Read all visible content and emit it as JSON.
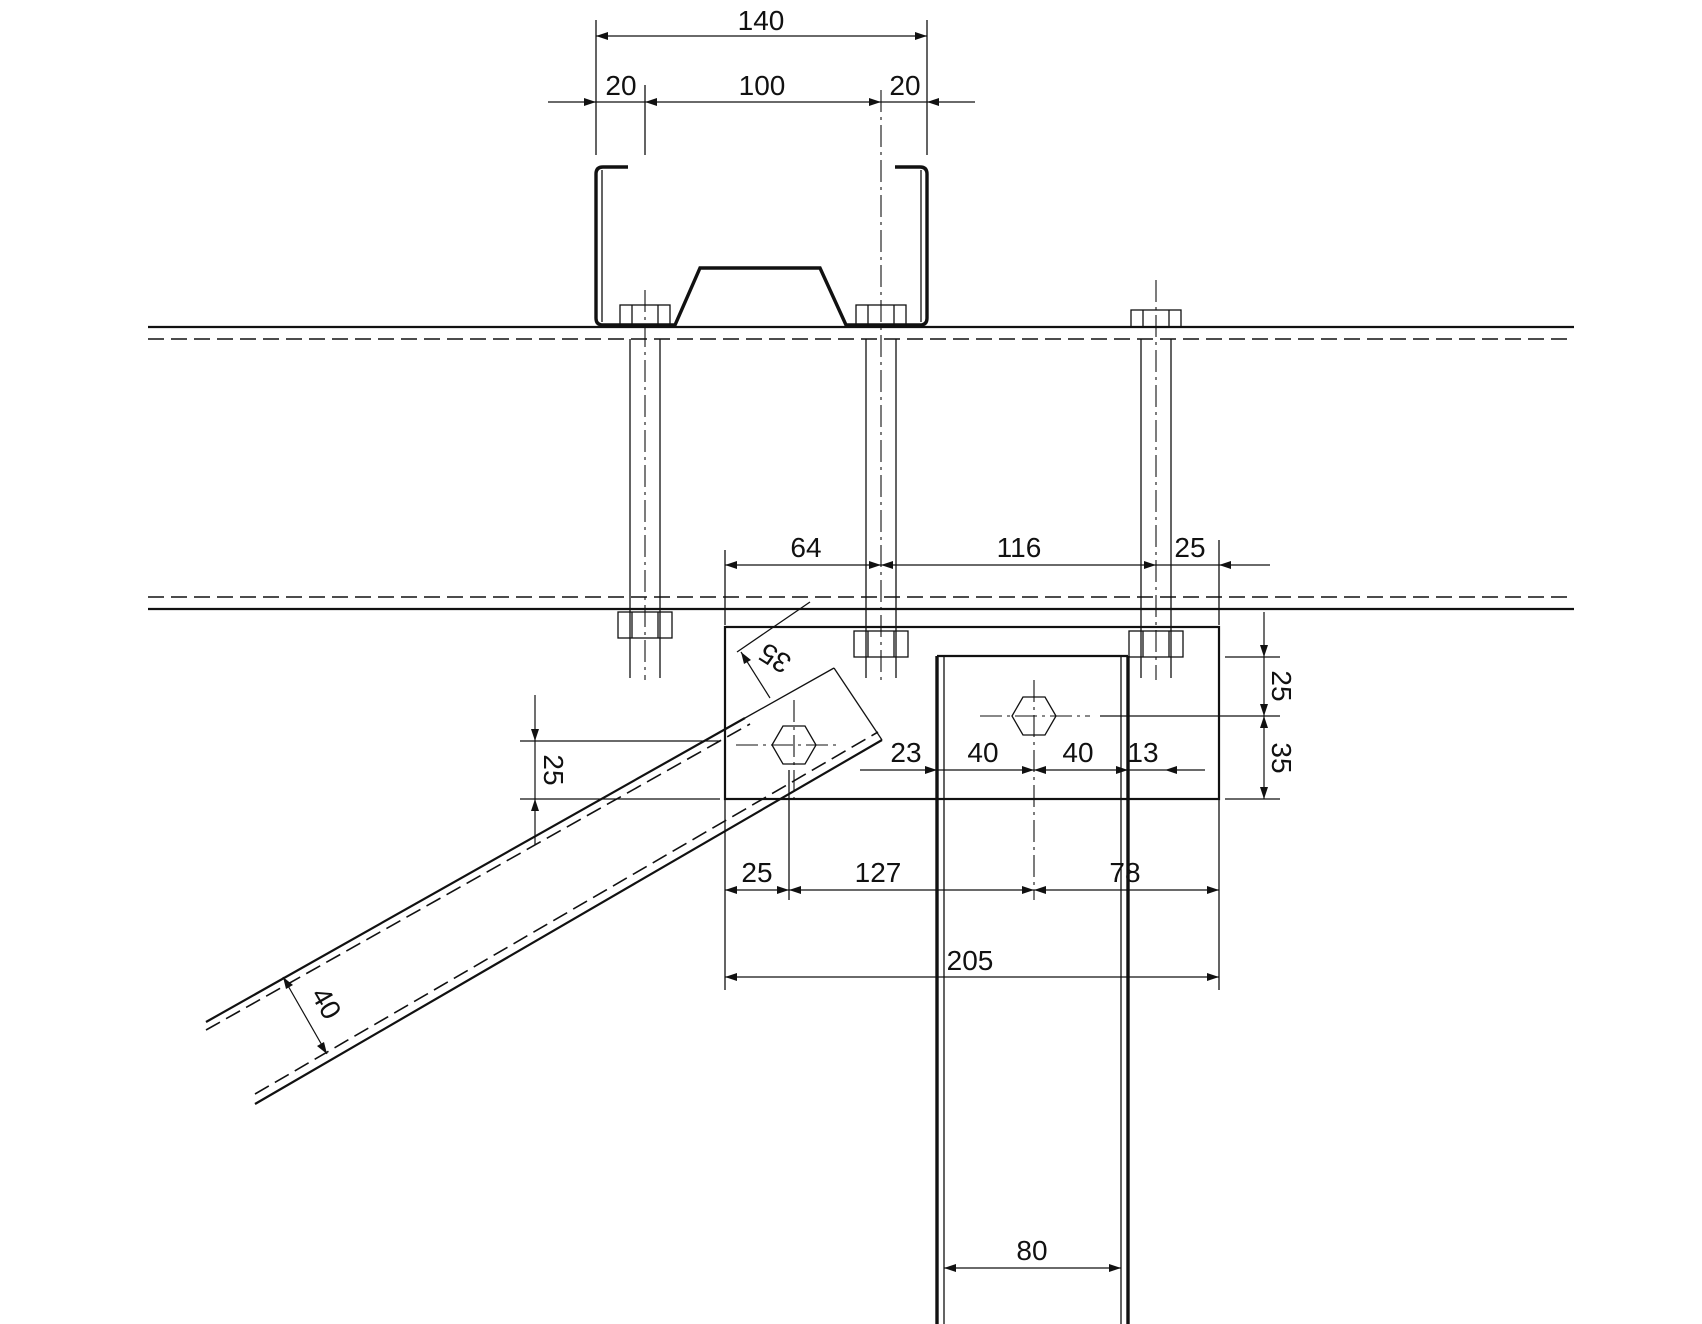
{
  "dimensions": {
    "d140": "140",
    "d20_left": "20",
    "d100": "100",
    "d20_right": "20",
    "d64": "64",
    "d116": "116",
    "d25_top_right": "25",
    "d35_brace": "35",
    "d25_right_vertical": "25",
    "d35_right_vertical": "35",
    "d23": "23",
    "d40_left": "40",
    "d40_right": "40",
    "d13": "13",
    "d25_left_vertical": "25",
    "d25_bottom": "25",
    "d127": "127",
    "d78": "78",
    "d205": "205",
    "d40_brace_width": "40",
    "d80": "80"
  }
}
